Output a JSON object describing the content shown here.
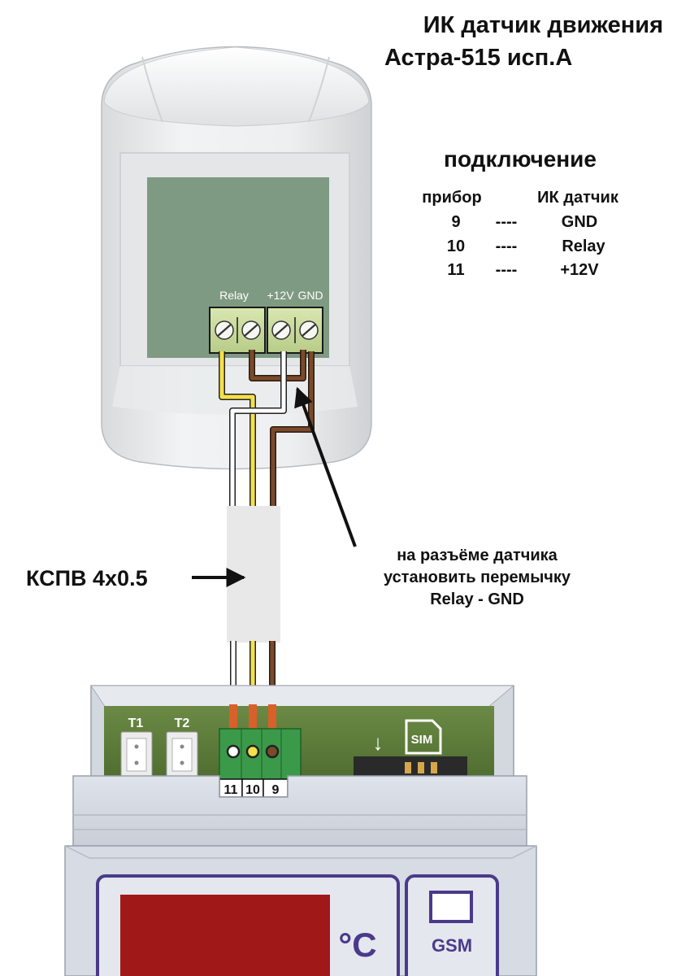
{
  "title": {
    "line1": "ИК датчик движения",
    "line2": "Астра-515 исп.А"
  },
  "connection": {
    "heading": "подключение",
    "col_device": "прибор",
    "col_sensor": "ИК датчик",
    "separator": "----",
    "rows": [
      {
        "device": "9",
        "sensor": "GND"
      },
      {
        "device": "10",
        "sensor": "Relay"
      },
      {
        "device": "11",
        "sensor": "+12V"
      }
    ]
  },
  "sensor_terminals": {
    "relay": "Relay",
    "plus12v": "+12V",
    "gnd": "GND"
  },
  "cable_label": "КСПВ 4x0.5",
  "jumper_note": {
    "line1": "на разъёме датчика",
    "line2": "установить перемычку",
    "line3": "Relay - GND"
  },
  "device": {
    "t1": "T1",
    "t2": "T2",
    "sim": "SIM",
    "sim_arrow": "↓",
    "terminals": [
      "11",
      "10",
      "9"
    ],
    "unit": "°C",
    "gsm": "GSM"
  },
  "colors": {
    "wire_yellow": "#f4e04a",
    "wire_white": "#ffffff",
    "wire_brown": "#7a4a2a",
    "pcb_green": "#5a7a3a",
    "terminal_green": "#3a9a4a",
    "display_red": "#a01818",
    "frame_purple": "#4a3a8a"
  }
}
